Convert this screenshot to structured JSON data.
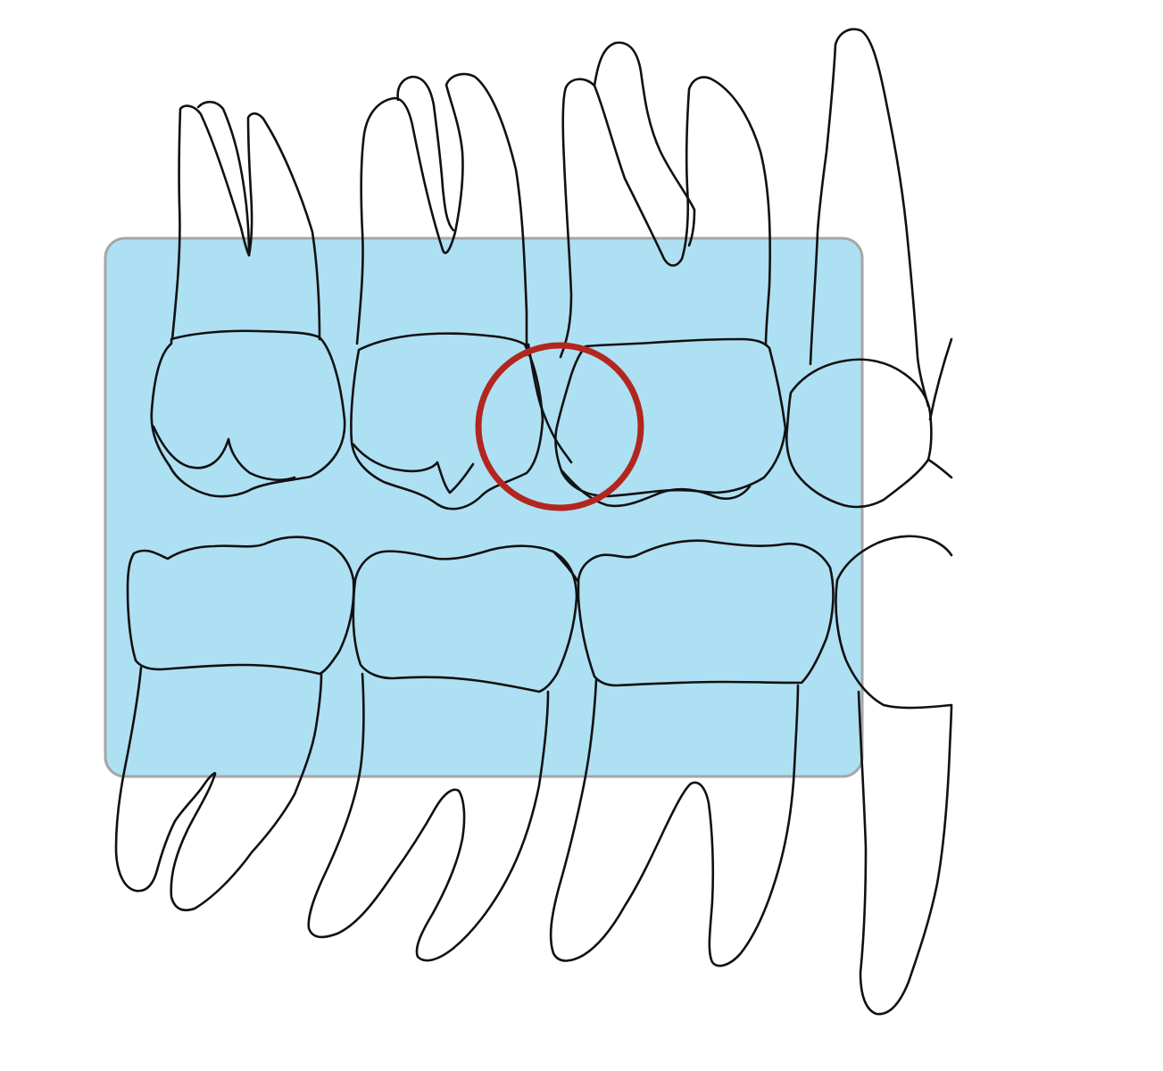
{
  "diagram": {
    "colors": {
      "background": "#ffffff",
      "highlight_fill": "#aee0f4",
      "highlight_border": "#a6a6a6",
      "tooth_outline": "#111111",
      "marker_ring": "#b3261e"
    },
    "upper_teeth": [
      {
        "name": "upper-first-molar"
      },
      {
        "name": "upper-second-premolar"
      },
      {
        "name": "upper-first-premolar"
      },
      {
        "name": "upper-canine"
      }
    ],
    "lower_teeth": [
      {
        "name": "lower-first-molar"
      },
      {
        "name": "lower-second-premolar"
      },
      {
        "name": "lower-first-premolar"
      },
      {
        "name": "lower-canine"
      }
    ],
    "highlight_region": {
      "name": "posterior-occlusion-region"
    },
    "marker": {
      "name": "contact-point-marker",
      "shape": "circle"
    }
  }
}
